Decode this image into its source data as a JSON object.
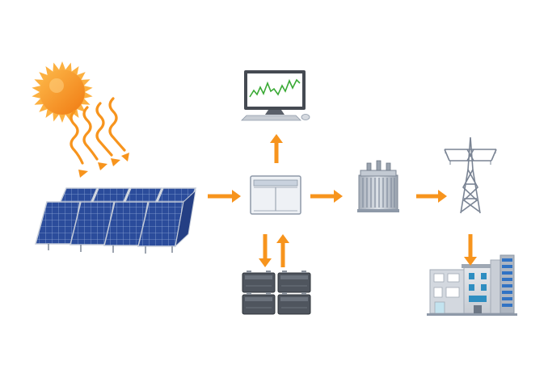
{
  "diagram": {
    "nodes": [
      {
        "id": "sun",
        "icon": "sun-icon"
      },
      {
        "id": "solar-panels",
        "icon": "solar-panel-icon"
      },
      {
        "id": "inverter",
        "icon": "inverter-cabinet-icon"
      },
      {
        "id": "monitor",
        "icon": "monitor-chart-icon"
      },
      {
        "id": "batteries",
        "icon": "battery-bank-icon"
      },
      {
        "id": "transformer",
        "icon": "transformer-icon"
      },
      {
        "id": "pylon",
        "icon": "transmission-tower-icon"
      },
      {
        "id": "buildings",
        "icon": "buildings-icon"
      }
    ],
    "edges": [
      {
        "from": "sun",
        "to": "solar-panels",
        "style": "wavy"
      },
      {
        "from": "solar-panels",
        "to": "inverter"
      },
      {
        "from": "inverter",
        "to": "monitor"
      },
      {
        "from": "inverter",
        "to": "batteries"
      },
      {
        "from": "batteries",
        "to": "inverter"
      },
      {
        "from": "inverter",
        "to": "transformer"
      },
      {
        "from": "transformer",
        "to": "pylon"
      },
      {
        "from": "pylon",
        "to": "buildings"
      }
    ]
  },
  "colors": {
    "arrow": "#F7941D",
    "sun_core": "#F7941D",
    "sun_rays": "#FCB040",
    "panel": "#2B4C9B",
    "panel_frame": "#8A9BB8",
    "device_gray": "#B9C1CC",
    "chart_line": "#3AAA35"
  }
}
